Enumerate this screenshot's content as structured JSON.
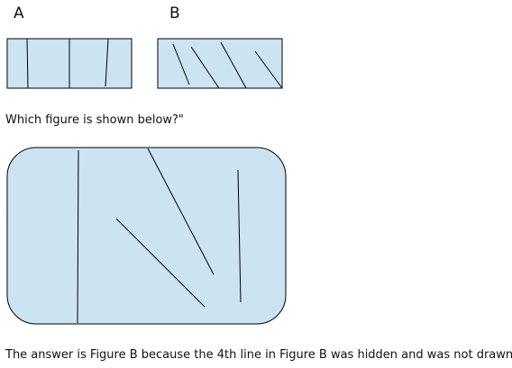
{
  "figures": {
    "a_label": "A",
    "b_label": "B"
  },
  "question": "Which figure is shown below?\"",
  "answer": "The answer is Figure B because the 4th line in Figure B was hidden and was not drawn.",
  "colors": {
    "fill": "#cce3f2",
    "stroke": "#000000"
  }
}
